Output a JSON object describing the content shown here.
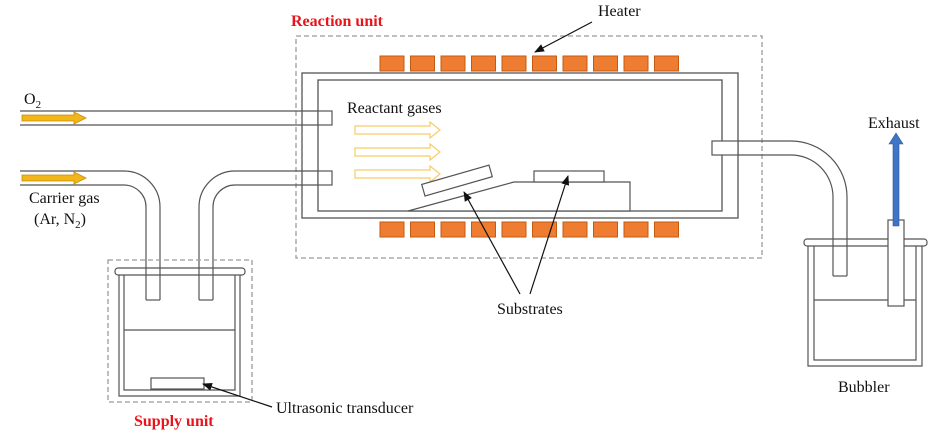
{
  "labels": {
    "reaction_unit": "Reaction unit",
    "supply_unit": "Supply unit",
    "heater": "Heater",
    "reactant_gases": "Reactant gases",
    "substrates": "Substrates",
    "ultrasonic_transducer": "Ultrasonic transducer",
    "exhaust": "Exhaust",
    "bubbler": "Bubbler",
    "o2_main": "O",
    "o2_sub": "2",
    "carrier_gas": "Carrier gas",
    "carrier_paren_open": "(Ar, N",
    "carrier_sub": "2",
    "carrier_paren_close": ")"
  },
  "colors": {
    "unit_label": "#e8141b",
    "heater_fill": "#ee7d31",
    "heater_stroke": "#c55a11",
    "inlet_arrow": "#f2b61a",
    "reactant_arrow": "#f7cd63",
    "exhaust_arrow": "#3f74c7",
    "tube": "#555555",
    "dash_box": "#9a9a9a"
  },
  "heater_blocks_per_row": 10
}
